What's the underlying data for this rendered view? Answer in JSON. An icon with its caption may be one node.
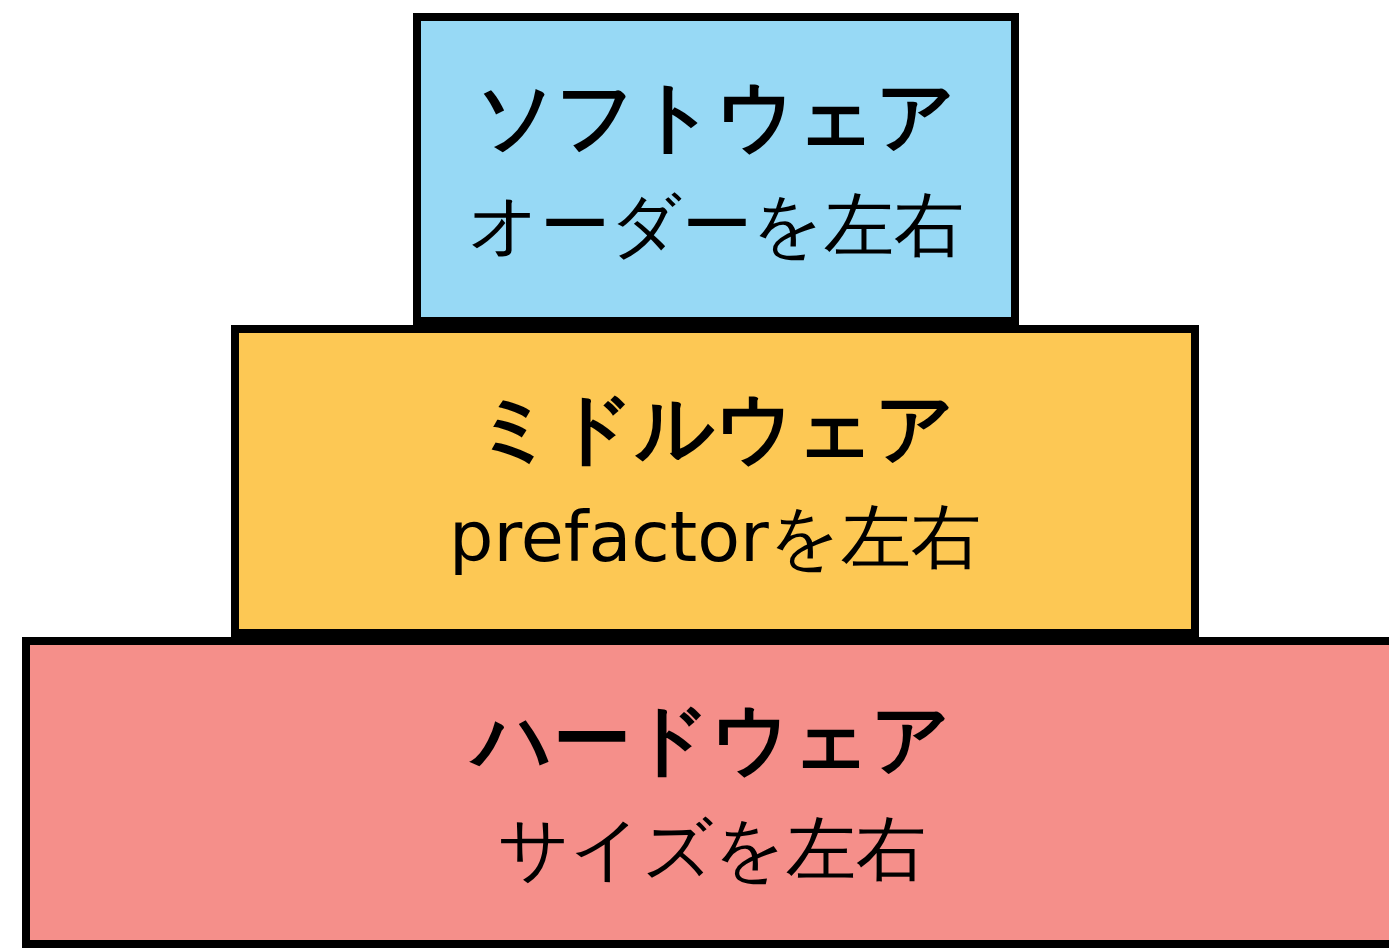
{
  "diagram": {
    "nodes": [
      {
        "text": [
          "ソフトウェア",
          "オーダーを左右"
        ]
      },
      {
        "text": [
          "ミドルウェア",
          "prefactorを左右"
        ]
      },
      {
        "text": [
          "ハードウェア",
          "サイズを左右"
        ]
      }
    ]
  }
}
